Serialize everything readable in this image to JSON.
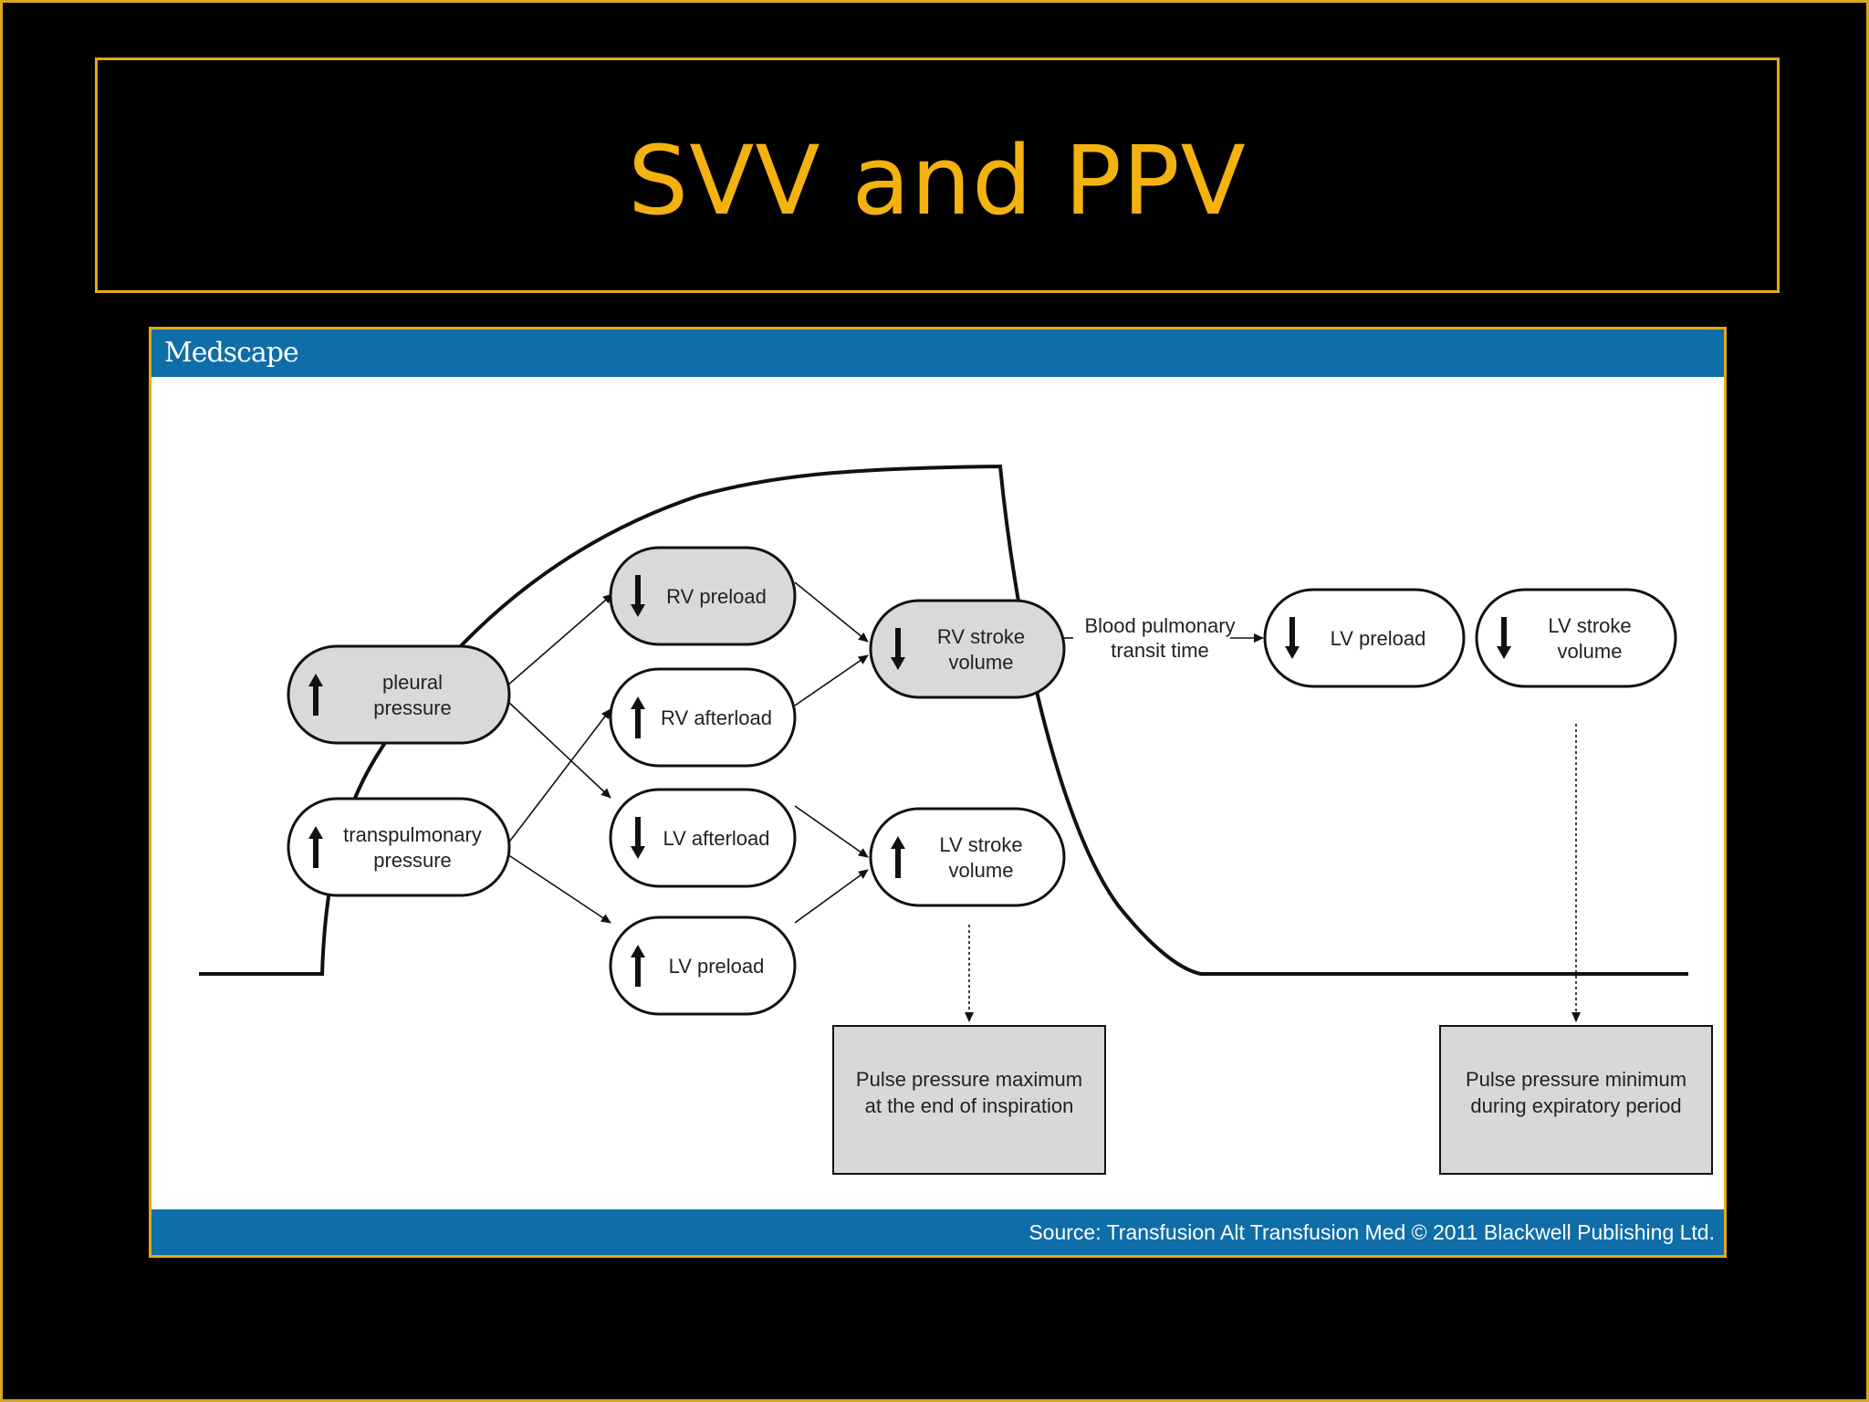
{
  "slide": {
    "title": "SVV and PPV",
    "accent_color": "#f3b20f"
  },
  "figure": {
    "header_logo": "Medscape",
    "footer_source": "Source: Transfusion Alt Transfusion Med © 2011 Blackwell Publishing Ltd.",
    "band_color": "#0f6da8"
  },
  "diagram": {
    "nodes": {
      "pleural": {
        "arrow": "up",
        "lines": [
          "pleural",
          "pressure"
        ],
        "shaded": true
      },
      "transpulm": {
        "arrow": "up",
        "lines": [
          "transpulmonary",
          "pressure"
        ],
        "shaded": false
      },
      "rv_preload": {
        "arrow": "down",
        "lines": [
          "RV preload"
        ],
        "shaded": true
      },
      "rv_afterload": {
        "arrow": "up",
        "lines": [
          "RV afterload"
        ],
        "shaded": false
      },
      "lv_afterload": {
        "arrow": "down",
        "lines": [
          "LV afterload"
        ],
        "shaded": false
      },
      "lv_preload_up": {
        "arrow": "up",
        "lines": [
          "LV preload"
        ],
        "shaded": false
      },
      "rv_stroke": {
        "arrow": "down",
        "lines": [
          "RV stroke",
          "volume"
        ],
        "shaded": true
      },
      "lv_stroke_up": {
        "arrow": "up",
        "lines": [
          "LV stroke",
          "volume"
        ],
        "shaded": false
      },
      "lv_preload_dn": {
        "arrow": "down",
        "lines": [
          "LV preload"
        ],
        "shaded": false
      },
      "lv_stroke_dn": {
        "arrow": "down",
        "lines": [
          "LV stroke",
          "volume"
        ],
        "shaded": false
      }
    },
    "transit_label": [
      "Blood pulmonary",
      "transit time"
    ],
    "box_max": [
      "Pulse pressure maximum",
      "at the end of inspiration"
    ],
    "box_min": [
      "Pulse pressure minimum",
      "during expiratory period"
    ]
  }
}
